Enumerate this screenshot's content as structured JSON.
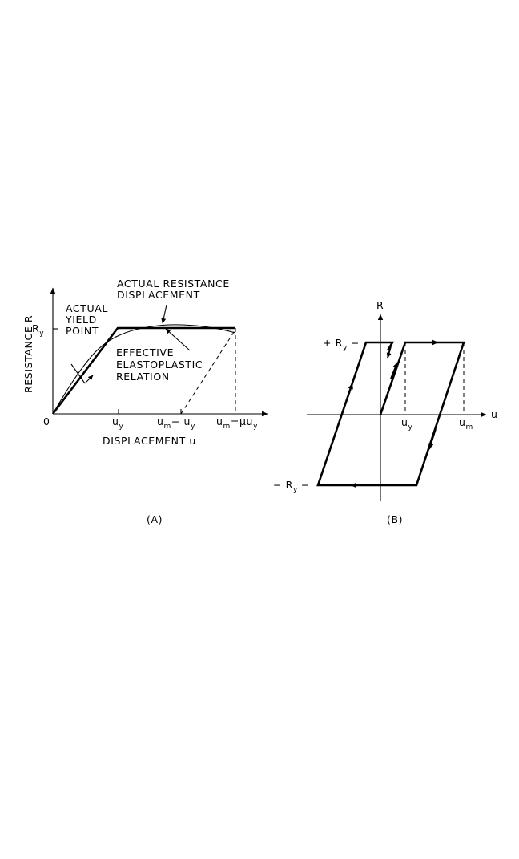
{
  "panel_a": {
    "panel_label": "(A)",
    "y_axis_label": "RESISTANCE R",
    "x_axis_label": "DISPLACEMENT u",
    "origin_label": "0",
    "ry_label": "R",
    "ry_sub": "y",
    "uy_label": "u",
    "uy_sub": "y",
    "um_minus_uy": {
      "a": "u",
      "a_sub": "m",
      "mid": "− u",
      "b_sub": "y"
    },
    "um_eq": {
      "a": "u",
      "a_sub": "m",
      "mid": "=µu",
      "b_sub": "y"
    },
    "annotation_actual_resistance": [
      "ACTUAL RESISTANCE",
      "DISPLACEMENT"
    ],
    "annotation_actual_yield": [
      "ACTUAL",
      "YIELD",
      "POINT"
    ],
    "annotation_effective": [
      "EFFECTIVE",
      "ELASTOPLASTIC",
      "RELATION"
    ]
  },
  "panel_b": {
    "panel_label": "(B)",
    "r_axis_label": "R",
    "u_axis_label": "u",
    "plus_ry": {
      "pre": "+ R",
      "sub": "y",
      "post": "−"
    },
    "minus_ry": {
      "pre": "− R",
      "sub": "y",
      "post": "−"
    },
    "uy_label": "u",
    "uy_sub": "y",
    "um_label": "u",
    "um_sub": "m"
  }
}
